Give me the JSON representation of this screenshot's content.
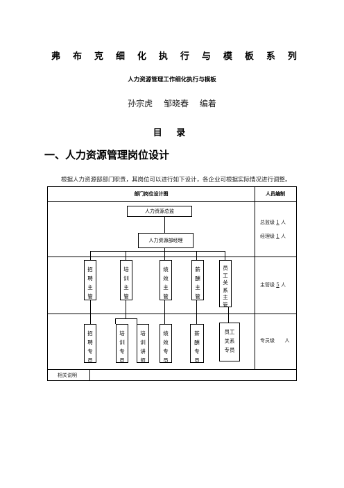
{
  "series_title": [
    "弗",
    "布",
    "克",
    "细",
    "化",
    "执",
    "行",
    "与",
    "模",
    "板",
    "系",
    "列"
  ],
  "subtitle": "人力资源管理工作细化执行与模板",
  "authors": [
    "孙宗虎",
    "邹晓春",
    "编着"
  ],
  "toc_heading": "目 录",
  "section_heading": "一、人力资源管理岗位设计",
  "intro_text": "根据人力资源部部门职责，其岗位可以进行如下设计，各企业可根据实际情况进行调整。",
  "table": {
    "header_left": "部门岗位设计图",
    "header_right": "人员编制",
    "footer_label": "相关说明",
    "top_boxes": [
      "人力资源总监",
      "人力资源部经理"
    ],
    "managers": [
      [
        "招",
        "聘",
        "主",
        "管"
      ],
      [
        "培",
        "训",
        "主",
        "管"
      ],
      [
        "绩",
        "效",
        "主",
        "管"
      ],
      [
        "薪",
        "酬",
        "主",
        "管"
      ],
      [
        "员",
        "工",
        "关",
        "系",
        "主",
        "管"
      ]
    ],
    "specialists": [
      [
        "招",
        "聘",
        "专",
        "员"
      ],
      [
        "培",
        "训",
        "专",
        "员"
      ],
      [
        "培",
        "训",
        "讲",
        "师"
      ],
      [
        "绩",
        "效",
        "专",
        "员"
      ],
      [
        "薪",
        "酬",
        "专",
        "员"
      ],
      [
        "员工",
        "关系",
        "专员"
      ]
    ],
    "staffing": {
      "director": {
        "label": "总监级",
        "count": "1",
        "unit": "人"
      },
      "manager": {
        "label": "经理级",
        "count": "1",
        "unit": "人"
      },
      "supervisor": {
        "label": "主管级",
        "count": "5",
        "unit": "人"
      },
      "specialist": {
        "label": "专员级",
        "count": "",
        "unit": "人"
      }
    }
  }
}
